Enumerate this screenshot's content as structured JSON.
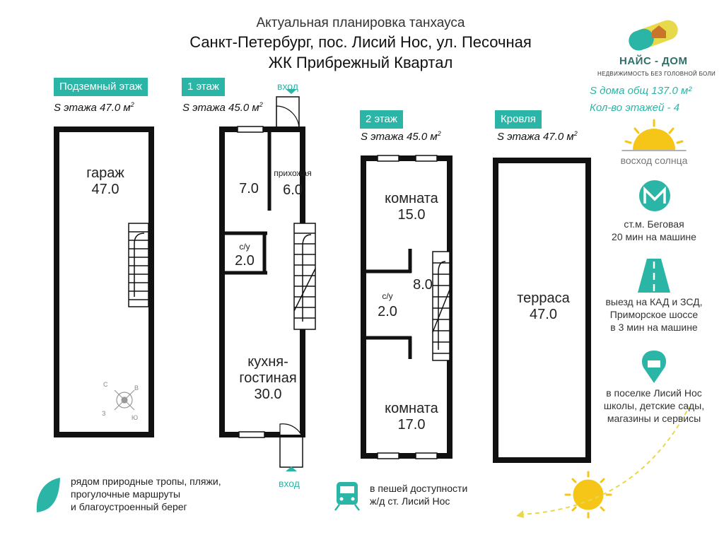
{
  "header": {
    "line1": "Актуальная  планировка танхауса",
    "line2": "Санкт-Петербург, пос. Лисий Нос, ул. Песочная",
    "line3": "ЖК Прибрежный Квартал"
  },
  "brand": {
    "name": "НАЙС - ДОМ",
    "tagline": "НЕДВИЖИМОСТЬ БЕЗ ГОЛОВНОЙ БОЛИ",
    "total_area": "S дома общ 137.0 м²",
    "floors_count": "Кол-во этажей  - 4"
  },
  "floors": {
    "basement": {
      "tag": "Подземный этаж",
      "area": "S этажа 47.0 м",
      "sup": "2",
      "room_name": "гараж",
      "room_area": "47.0"
    },
    "first": {
      "tag": "1 этаж",
      "area": "S этажа 45.0 м",
      "sup": "2",
      "entrance_top": "вход",
      "entrance_bottom": "вход",
      "room_a": "7.0",
      "hall_name": "прихожая",
      "hall_area": "6.0",
      "wc_name": "с/у",
      "wc_area": "2.0",
      "kitchen_name_1": "кухня-",
      "kitchen_name_2": "гостиная",
      "kitchen_area": "30.0"
    },
    "second": {
      "tag": "2 этаж",
      "area": "S этажа 45.0 м",
      "sup": "2",
      "room1_name": "комната",
      "room1_area": "15.0",
      "hall_area": "8.0",
      "wc_name": "с/у",
      "wc_area": "2.0",
      "room2_name": "комната",
      "room2_area": "17.0"
    },
    "roof": {
      "tag": "Кровля",
      "area": "S этажа 47.0 м",
      "sup": "2",
      "room_name": "терраса",
      "room_area": "47.0"
    }
  },
  "compass": {
    "n": "С",
    "e": "В",
    "s": "Ю",
    "w": "З"
  },
  "features": {
    "sunrise": "восход солнца",
    "metro_1": "ст.м. Беговая",
    "metro_2": "20 мин на машине",
    "road_1": "выезд на КАД и ЗСД,",
    "road_2": "Приморское шоссе",
    "road_3": "в 3 мин на машине",
    "village_1": "в поселке Лисий Нос",
    "village_2": "школы, детские сады,",
    "village_3": "магазины и сервисы",
    "nature_1": "рядом природные тропы, пляжи,",
    "nature_2": "прогулочные маршруты",
    "nature_3": "и благоустроенный берег",
    "train_1": "в пешей доступности",
    "train_2": "ж/д  ст. Лисий Нос"
  },
  "colors": {
    "accent": "#2bb5a6",
    "wall": "#111111",
    "sun": "#f5c518"
  }
}
